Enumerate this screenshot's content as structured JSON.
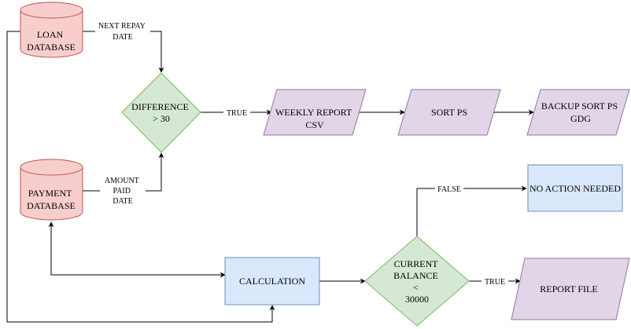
{
  "colors": {
    "database_fill": "#f8cecc",
    "database_stroke": "#b85450",
    "decision_fill": "#d5e8d4",
    "decision_stroke": "#82b366",
    "io_fill": "#e1d5e7",
    "io_stroke": "#9673a6",
    "process_fill": "#dae8fc",
    "process_stroke": "#6c8ebf",
    "edge": "#000000"
  },
  "nodes": {
    "loan_db": [
      "LOAN",
      "DATABASE"
    ],
    "payment_db": [
      "PAYMENT",
      "DATABASE"
    ],
    "difference": [
      "DIFFERENCE",
      "> 30"
    ],
    "weekly_report": [
      "WEEKLY REPORT",
      "CSV"
    ],
    "sort_ps": [
      "SORT PS"
    ],
    "backup_sort": [
      "BACKUP SORT PS",
      "GDG"
    ],
    "calculation": [
      "CALCULATION"
    ],
    "current_balance": [
      "CURRENT",
      "BALANCE",
      "<",
      "30000"
    ],
    "no_action": [
      "NO ACTION NEEDED"
    ],
    "report_file": [
      "REPORT FILE"
    ]
  },
  "edge_labels": {
    "next_repay": [
      "NEXT REPAY",
      "DATE"
    ],
    "amount_paid": [
      "AMOUNT",
      "PAID",
      "DATE"
    ],
    "true_1": [
      "TRUE"
    ],
    "false_1": [
      "FALSE"
    ],
    "true_2": [
      "TRUE"
    ]
  }
}
